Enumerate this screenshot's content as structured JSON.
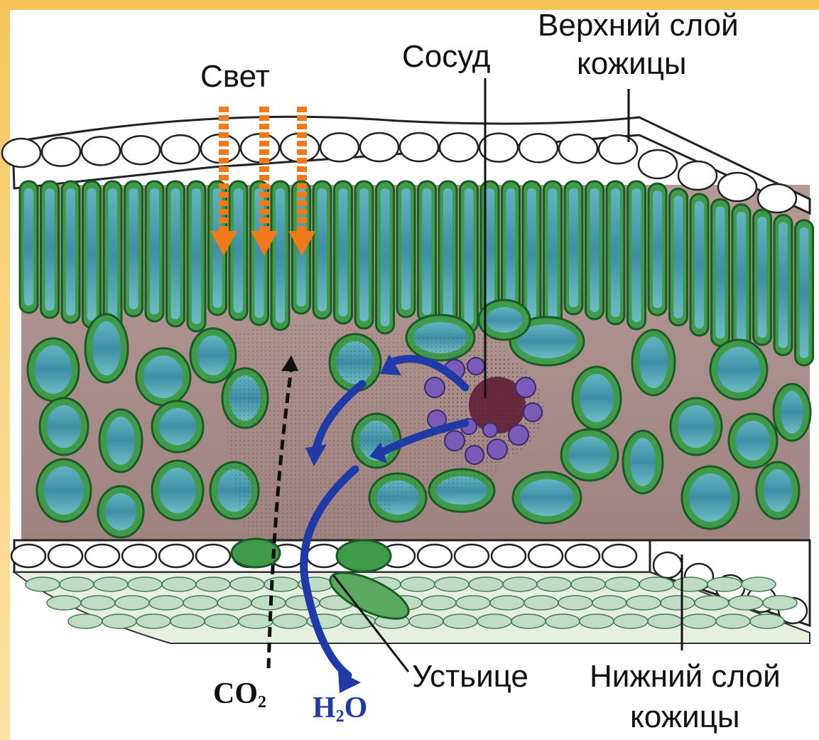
{
  "labels": {
    "light": "Свет",
    "vessel": "Сосуд",
    "upper_epidermis_line1": "Верхний слой",
    "upper_epidermis_line2": "кожицы",
    "stoma": "Устьице",
    "lower_epidermis_line1": "Нижний слой",
    "lower_epidermis_line2": "кожицы",
    "co2_main": "CO",
    "co2_sub": "2",
    "h2o_h": "H",
    "h2o_sub": "2",
    "h2o_o": "O"
  },
  "colors": {
    "frame": "#f6c35a",
    "light_arrow": "#f07a1a",
    "water_arrow": "#1f3aa8",
    "co2_arrow": "#111111",
    "cell_wall": "#3f9a4a",
    "cell_core": "#4aa0b0",
    "intercellular": "#a88a86",
    "vessel": "#6a4fa0",
    "epidermis": "#ffffff"
  }
}
